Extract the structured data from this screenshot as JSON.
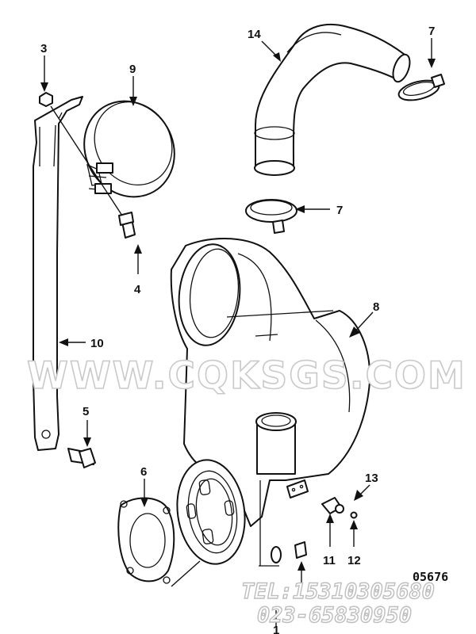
{
  "callouts": {
    "c3": "3",
    "c9": "9",
    "c14": "14",
    "c7a": "7",
    "c7b": "7",
    "c4": "4",
    "c8": "8",
    "c10": "10",
    "c5": "5",
    "c6": "6",
    "c13": "13",
    "c11": "11",
    "c12": "12",
    "c1": "1"
  },
  "watermark": "WWW.CQKSGS.COM",
  "contact": {
    "tel": "TEL:15310305680",
    "phone": "023-65830950"
  },
  "drawing_code": "05676"
}
